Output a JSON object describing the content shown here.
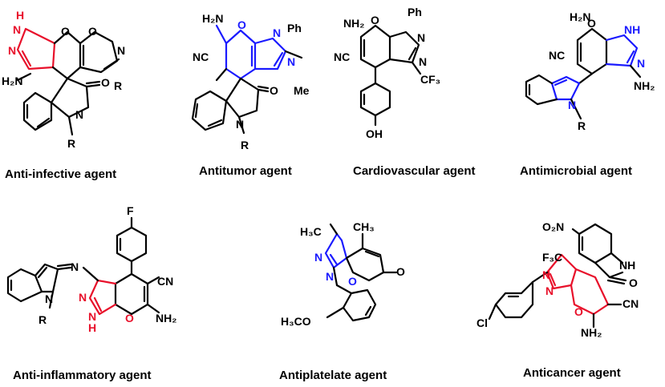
{
  "colors": {
    "highlight_red": "#e8102a",
    "highlight_blue": "#1a1aff",
    "bond": "#000000"
  },
  "structures": [
    {
      "caption": "Anti-infective agent",
      "atoms": {
        "nh": "H",
        "n_nh": "N",
        "n2": "N",
        "o_ring": "O",
        "o_isox": "O",
        "n_isox": "N",
        "h2n": "H₂N",
        "r_side": "R",
        "o_carbonyl": "O",
        "n_amide": "N",
        "r_n": "R"
      }
    },
    {
      "caption": "Antitumor agent",
      "atoms": {
        "h2n": "H₂N",
        "o_ring": "O",
        "n1": "N",
        "ph": "Ph",
        "nc": "NC",
        "n2": "N",
        "me": "Me",
        "o_carbonyl": "O",
        "n_amide": "N",
        "r_n": "R"
      }
    },
    {
      "caption": "Cardiovascular agent",
      "atoms": {
        "nh2": "NH₂",
        "o_ring": "O",
        "ph": "Ph",
        "n1": "N",
        "nc": "NC",
        "n2": "N",
        "cf3": "CF₃",
        "oh": "OH"
      }
    },
    {
      "caption": "Antimicrobial agent",
      "atoms": {
        "h2n": "H₂N",
        "o_ring": "O",
        "nh": "NH",
        "nc": "NC",
        "n2": "N",
        "nh2": "NH₂",
        "n_indole": "N",
        "r_n": "R"
      }
    },
    {
      "caption": "Anti-inflammatory agent",
      "atoms": {
        "f": "F",
        "n_imine": "N",
        "cn": "CN",
        "n_indole": "N",
        "r_n": "R",
        "n1": "N",
        "n_nh": "N",
        "h": "H",
        "o_ring": "O",
        "nh2": "NH₂"
      }
    },
    {
      "caption": "Antiplatelate agent",
      "atoms": {
        "h3c": "H₃C",
        "ch3": "CH₃",
        "n1": "N",
        "n2": "N",
        "o_ring": "O",
        "o_carbonyl": "O",
        "h3co": "H₃CO"
      }
    },
    {
      "caption": "Anticancer agent",
      "atoms": {
        "o2n": "O₂N",
        "f3c": "F₃C",
        "nh": "NH",
        "n1": "N",
        "n2": "N",
        "o_carbonyl": "O",
        "cl": "Cl",
        "o_ring": "O",
        "cn": "CN",
        "nh2": "NH₂"
      }
    }
  ]
}
